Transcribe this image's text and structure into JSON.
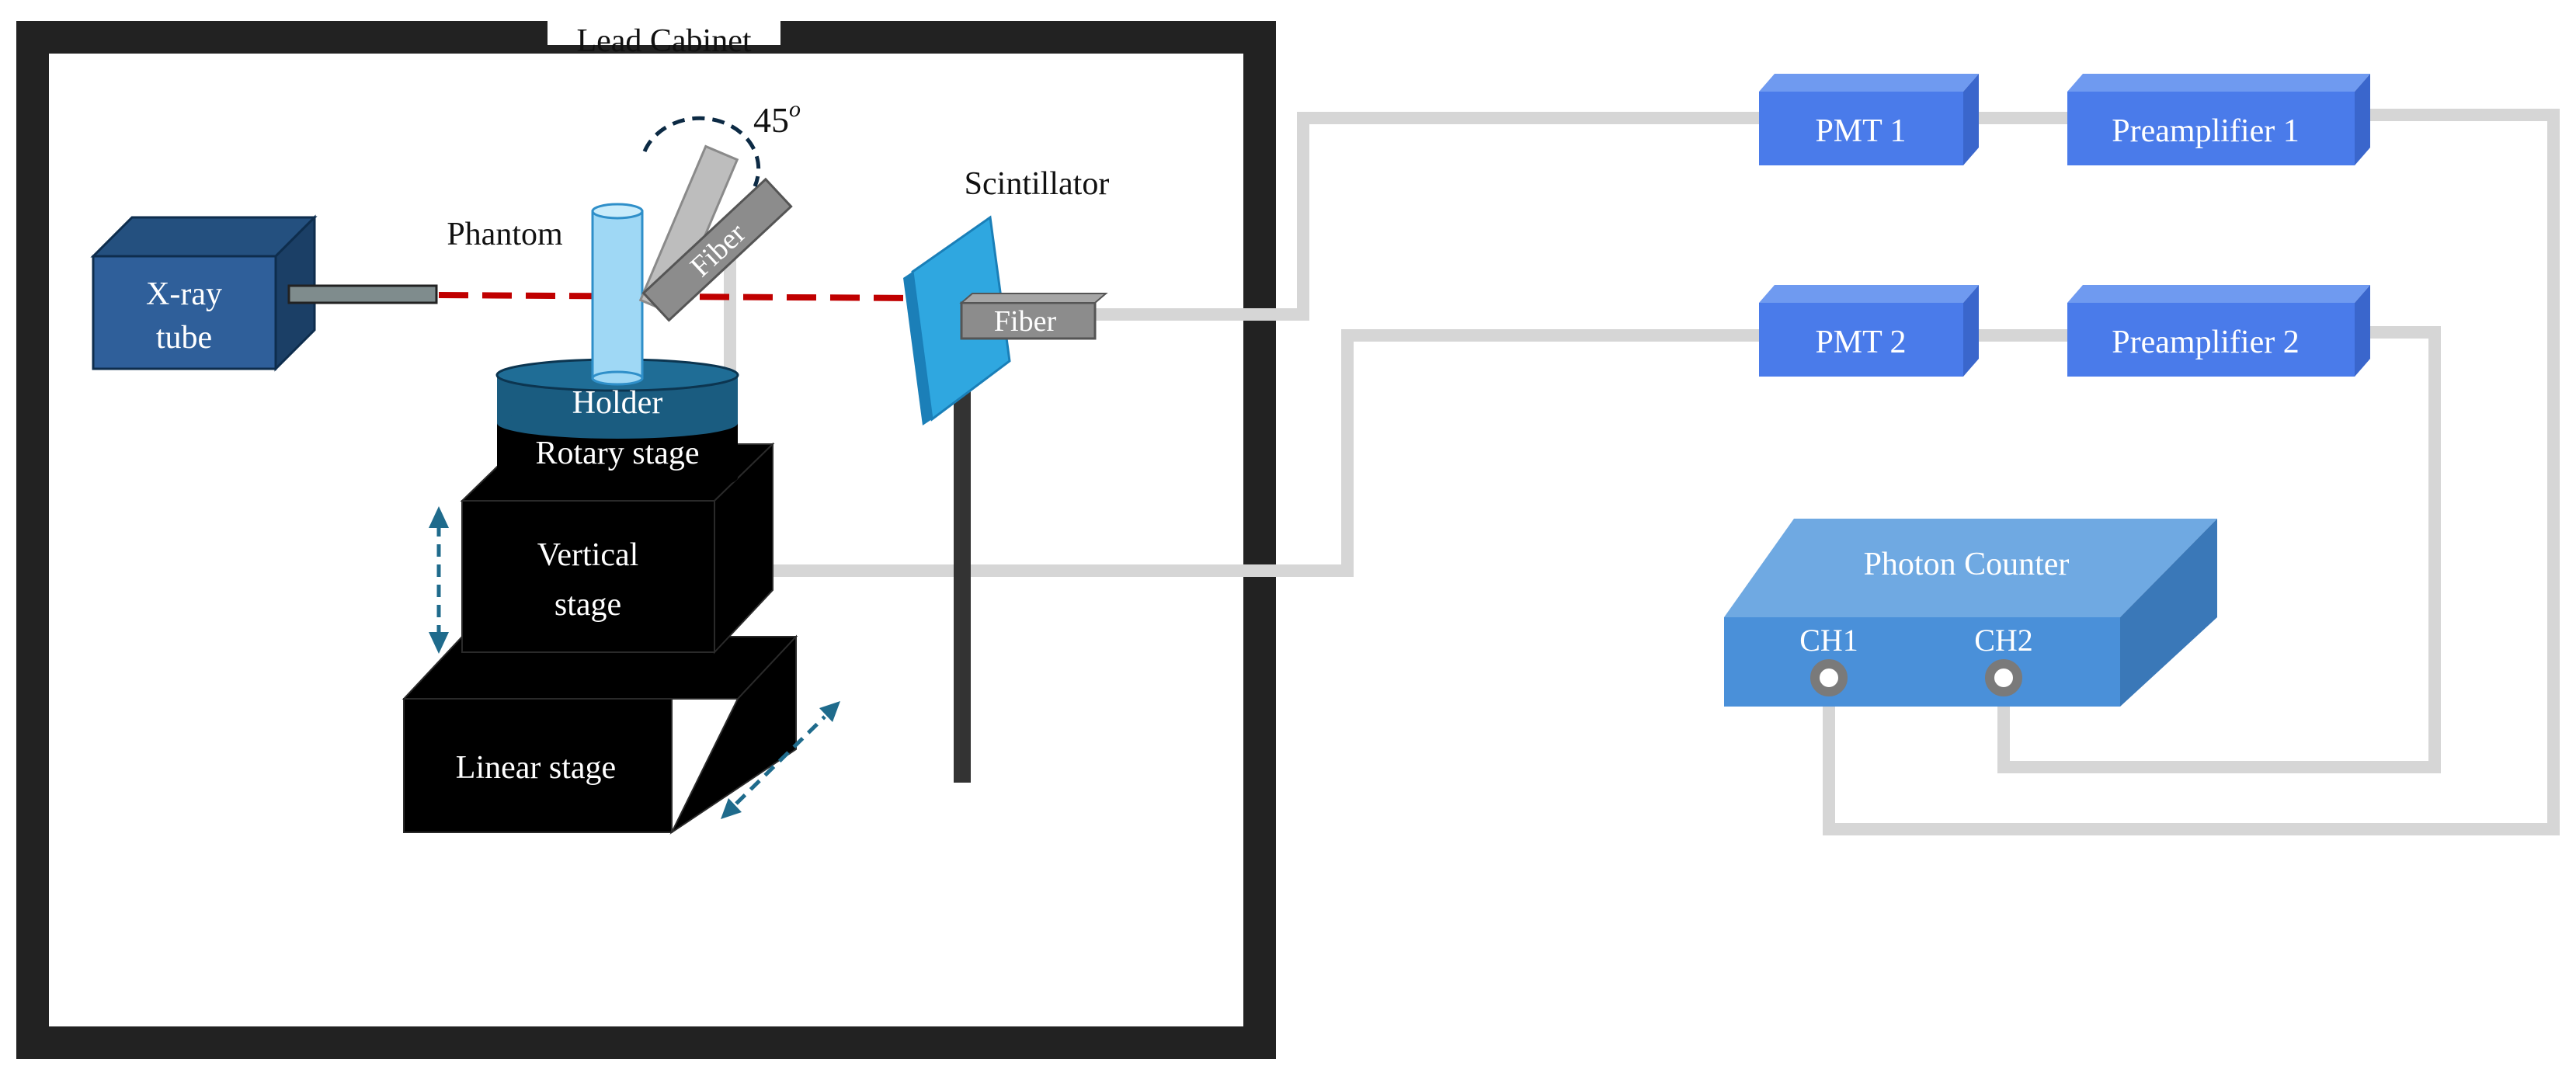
{
  "cabinet": {
    "title": "Lead Cabinet"
  },
  "xray_tube": {
    "line1": "X-ray",
    "line2": "tube"
  },
  "phantom": {
    "label": "Phantom"
  },
  "angle": {
    "value": "45",
    "unit": "o"
  },
  "fiber_angled": {
    "label": "Fiber"
  },
  "fiber_scint": {
    "label": "Fiber"
  },
  "scintillator": {
    "label": "Scintillator"
  },
  "holder": {
    "label": "Holder"
  },
  "rotary_stage": {
    "label": "Rotary stage"
  },
  "vertical_stage": {
    "line1": "Vertical",
    "line2": "stage"
  },
  "linear_stage": {
    "label": "Linear stage"
  },
  "pmt1": {
    "label": "PMT 1"
  },
  "pmt2": {
    "label": "PMT 2"
  },
  "preamp1": {
    "label": "Preamplifier 1"
  },
  "preamp2": {
    "label": "Preamplifier 2"
  },
  "photon_counter": {
    "label": "Photon Counter",
    "ch1": "CH1",
    "ch2": "CH2"
  },
  "colors": {
    "cabinet_border": "#222222",
    "cable": "#d6d6d6",
    "beam": "#c00000",
    "xray_front": "#2f5f9a",
    "module_front": "#4a7bea",
    "counter_front": "#4a90d9",
    "stage": "#000000",
    "holder": "#1a5c80",
    "scintillator": "#2fa7e0",
    "phantom": "#9fd8f5",
    "arrow": "#1f6b8c"
  }
}
